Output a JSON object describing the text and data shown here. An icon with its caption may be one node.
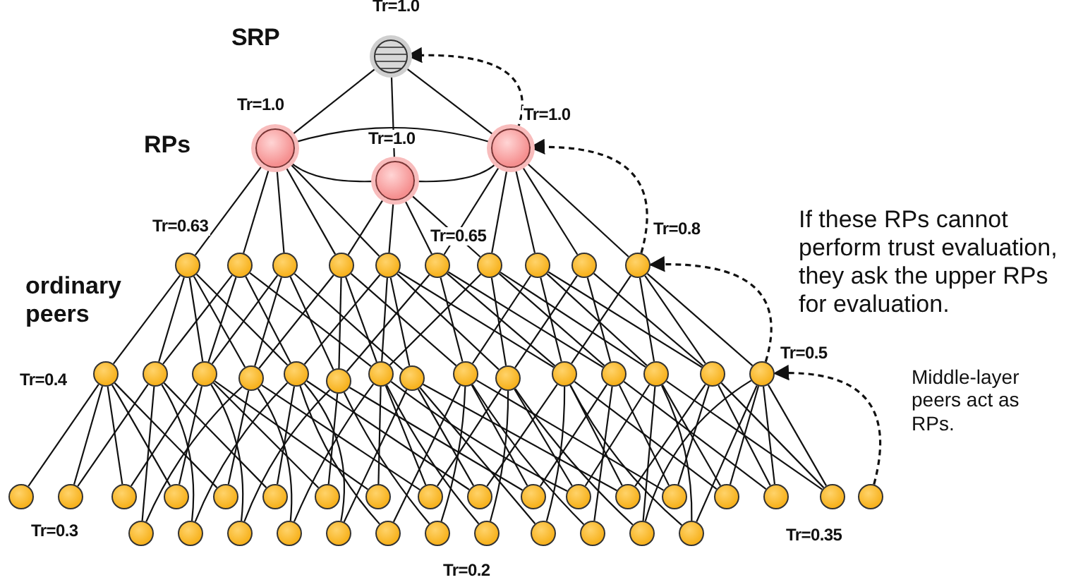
{
  "diagram": {
    "nodes": [
      {
        "text": [],
        "shape": "circle",
        "beside": [
          "SRP",
          "Tr=1.0"
        ]
      },
      {
        "text": [],
        "shape": "circle",
        "beside": [
          "Tr=1.0"
        ]
      },
      {
        "text": [],
        "shape": "circle",
        "beside": [
          "Tr=1.0"
        ]
      },
      {
        "text": [],
        "shape": "circle",
        "beside": [
          "Tr=1.0"
        ]
      },
      {
        "text": [],
        "shape": "circle",
        "beside": [
          "Tr=0.63"
        ]
      },
      {
        "text": [],
        "shape": "circle"
      },
      {
        "text": [],
        "shape": "circle"
      },
      {
        "text": [],
        "shape": "circle"
      },
      {
        "text": [],
        "shape": "circle"
      },
      {
        "text": [],
        "shape": "circle",
        "beside": [
          "Tr=0.65"
        ]
      },
      {
        "text": [],
        "shape": "circle"
      },
      {
        "text": [],
        "shape": "circle"
      },
      {
        "text": [],
        "shape": "circle"
      },
      {
        "text": [],
        "shape": "circle",
        "beside": [
          "Tr=0.8"
        ]
      },
      {
        "text": [],
        "shape": "circle",
        "beside": [
          "Tr=0.4"
        ]
      },
      {
        "text": [],
        "shape": "circle"
      },
      {
        "text": [],
        "shape": "circle"
      },
      {
        "text": [],
        "shape": "circle"
      },
      {
        "text": [],
        "shape": "circle"
      },
      {
        "text": [],
        "shape": "circle"
      },
      {
        "text": [],
        "shape": "circle"
      },
      {
        "text": [],
        "shape": "circle"
      },
      {
        "text": [],
        "shape": "circle"
      },
      {
        "text": [],
        "shape": "circle"
      },
      {
        "text": [],
        "shape": "circle"
      },
      {
        "text": [],
        "shape": "circle"
      },
      {
        "text": [],
        "shape": "circle"
      },
      {
        "text": [],
        "shape": "circle"
      },
      {
        "text": [],
        "shape": "circle",
        "beside": [
          "Tr=0.5"
        ]
      },
      {
        "text": [],
        "shape": "circle",
        "beside": [
          "Tr=0.3"
        ]
      },
      {
        "text": [],
        "shape": "circle"
      },
      {
        "text": [],
        "shape": "circle"
      },
      {
        "text": [],
        "shape": "circle"
      },
      {
        "text": [],
        "shape": "circle"
      },
      {
        "text": [],
        "shape": "circle"
      },
      {
        "text": [],
        "shape": "circle"
      },
      {
        "text": [],
        "shape": "circle"
      },
      {
        "text": [],
        "shape": "circle"
      },
      {
        "text": [],
        "shape": "circle"
      },
      {
        "text": [],
        "shape": "circle"
      },
      {
        "text": [],
        "shape": "circle"
      },
      {
        "text": [],
        "shape": "circle"
      },
      {
        "text": [],
        "shape": "circle"
      },
      {
        "text": [],
        "shape": "circle"
      },
      {
        "text": [],
        "shape": "circle"
      },
      {
        "text": [],
        "shape": "circle"
      },
      {
        "text": [],
        "shape": "circle",
        "beside": [
          "Tr=0.2"
        ]
      },
      {
        "text": [],
        "shape": "circle"
      },
      {
        "text": [],
        "shape": "circle"
      },
      {
        "text": [],
        "shape": "circle"
      },
      {
        "text": [],
        "shape": "circle"
      },
      {
        "text": [],
        "shape": "circle"
      },
      {
        "text": [],
        "shape": "circle"
      },
      {
        "text": [],
        "shape": "circle"
      },
      {
        "text": [],
        "shape": "circle"
      },
      {
        "text": [],
        "shape": "circle"
      },
      {
        "text": [],
        "shape": "circle"
      },
      {
        "text": [],
        "shape": "circle",
        "beside": [
          "Tr=0.35"
        ]
      },
      {
        "text": [],
        "shape": "circle"
      }
    ],
    "edges": [
      {
        "from": 0,
        "to": 1,
        "arrow": "none"
      },
      {
        "from": 0,
        "to": 2,
        "arrow": "none"
      },
      {
        "from": 0,
        "to": 3,
        "arrow": "none"
      },
      {
        "from": 1,
        "to": 3,
        "arrow": "none"
      },
      {
        "from": 1,
        "to": 2,
        "arrow": "none"
      },
      {
        "from": 2,
        "to": 3,
        "arrow": "none"
      },
      {
        "from": 1,
        "to": 4,
        "arrow": "none"
      },
      {
        "from": 1,
        "to": 5,
        "arrow": "none"
      },
      {
        "from": 1,
        "to": 6,
        "arrow": "none"
      },
      {
        "from": 1,
        "to": 7,
        "arrow": "none"
      },
      {
        "from": 1,
        "to": 8,
        "arrow": "none"
      },
      {
        "from": 2,
        "to": 7,
        "arrow": "none"
      },
      {
        "from": 2,
        "to": 8,
        "arrow": "none"
      },
      {
        "from": 2,
        "to": 9,
        "arrow": "none"
      },
      {
        "from": 2,
        "to": 10,
        "arrow": "none"
      },
      {
        "from": 3,
        "to": 9,
        "arrow": "none"
      },
      {
        "from": 3,
        "to": 10,
        "arrow": "none"
      },
      {
        "from": 3,
        "to": 11,
        "arrow": "none"
      },
      {
        "from": 3,
        "to": 12,
        "arrow": "none"
      },
      {
        "from": 3,
        "to": 13,
        "arrow": "none"
      },
      {
        "from": 4,
        "to": 14,
        "arrow": "none"
      },
      {
        "from": 4,
        "to": 15,
        "arrow": "none"
      },
      {
        "from": 4,
        "to": 16,
        "arrow": "none"
      },
      {
        "from": 4,
        "to": 17,
        "arrow": "none"
      },
      {
        "from": 4,
        "to": 18,
        "arrow": "none"
      },
      {
        "from": 5,
        "to": 15,
        "arrow": "none"
      },
      {
        "from": 5,
        "to": 16,
        "arrow": "none"
      },
      {
        "from": 5,
        "to": 18,
        "arrow": "none"
      },
      {
        "from": 5,
        "to": 20,
        "arrow": "none"
      },
      {
        "from": 6,
        "to": 16,
        "arrow": "none"
      },
      {
        "from": 6,
        "to": 17,
        "arrow": "none"
      },
      {
        "from": 6,
        "to": 19,
        "arrow": "none"
      },
      {
        "from": 6,
        "to": 21,
        "arrow": "none"
      },
      {
        "from": 7,
        "to": 17,
        "arrow": "none"
      },
      {
        "from": 7,
        "to": 19,
        "arrow": "none"
      },
      {
        "from": 7,
        "to": 20,
        "arrow": "none"
      },
      {
        "from": 7,
        "to": 22,
        "arrow": "none"
      },
      {
        "from": 8,
        "to": 18,
        "arrow": "none"
      },
      {
        "from": 8,
        "to": 20,
        "arrow": "none"
      },
      {
        "from": 8,
        "to": 21,
        "arrow": "none"
      },
      {
        "from": 8,
        "to": 23,
        "arrow": "none"
      },
      {
        "from": 8,
        "to": 24,
        "arrow": "none"
      },
      {
        "from": 9,
        "to": 19,
        "arrow": "none"
      },
      {
        "from": 9,
        "to": 22,
        "arrow": "none"
      },
      {
        "from": 9,
        "to": 24,
        "arrow": "none"
      },
      {
        "from": 9,
        "to": 25,
        "arrow": "none"
      },
      {
        "from": 10,
        "to": 20,
        "arrow": "none"
      },
      {
        "from": 10,
        "to": 23,
        "arrow": "none"
      },
      {
        "from": 10,
        "to": 25,
        "arrow": "none"
      },
      {
        "from": 10,
        "to": 26,
        "arrow": "none"
      },
      {
        "from": 11,
        "to": 22,
        "arrow": "none"
      },
      {
        "from": 11,
        "to": 24,
        "arrow": "none"
      },
      {
        "from": 11,
        "to": 26,
        "arrow": "none"
      },
      {
        "from": 11,
        "to": 27,
        "arrow": "none"
      },
      {
        "from": 12,
        "to": 23,
        "arrow": "none"
      },
      {
        "from": 12,
        "to": 25,
        "arrow": "none"
      },
      {
        "from": 12,
        "to": 27,
        "arrow": "none"
      },
      {
        "from": 13,
        "to": 24,
        "arrow": "none"
      },
      {
        "from": 13,
        "to": 26,
        "arrow": "none"
      },
      {
        "from": 13,
        "to": 27,
        "arrow": "none"
      },
      {
        "from": 13,
        "to": 28,
        "arrow": "none"
      },
      {
        "from": 14,
        "to": 29,
        "arrow": "none"
      },
      {
        "from": 14,
        "to": 30,
        "arrow": "none"
      },
      {
        "from": 14,
        "to": 31,
        "arrow": "none"
      },
      {
        "from": 14,
        "to": 33,
        "arrow": "none"
      },
      {
        "from": 14,
        "to": 35,
        "arrow": "none"
      },
      {
        "from": 15,
        "to": 30,
        "arrow": "none"
      },
      {
        "from": 15,
        "to": 32,
        "arrow": "none"
      },
      {
        "from": 15,
        "to": 34,
        "arrow": "none"
      },
      {
        "from": 15,
        "to": 37,
        "arrow": "none"
      },
      {
        "from": 16,
        "to": 31,
        "arrow": "none"
      },
      {
        "from": 16,
        "to": 33,
        "arrow": "none"
      },
      {
        "from": 16,
        "to": 36,
        "arrow": "none"
      },
      {
        "from": 16,
        "to": 39,
        "arrow": "none"
      },
      {
        "from": 16,
        "to": 41,
        "arrow": "none"
      },
      {
        "from": 17,
        "to": 32,
        "arrow": "none"
      },
      {
        "from": 17,
        "to": 35,
        "arrow": "none"
      },
      {
        "from": 17,
        "to": 38,
        "arrow": "none"
      },
      {
        "from": 17,
        "to": 43,
        "arrow": "none"
      },
      {
        "from": 18,
        "to": 34,
        "arrow": "none"
      },
      {
        "from": 18,
        "to": 37,
        "arrow": "none"
      },
      {
        "from": 18,
        "to": 40,
        "arrow": "none"
      },
      {
        "from": 18,
        "to": 42,
        "arrow": "none"
      },
      {
        "from": 18,
        "to": 45,
        "arrow": "none"
      },
      {
        "from": 19,
        "to": 36,
        "arrow": "none"
      },
      {
        "from": 19,
        "to": 39,
        "arrow": "none"
      },
      {
        "from": 19,
        "to": 44,
        "arrow": "none"
      },
      {
        "from": 19,
        "to": 47,
        "arrow": "none"
      },
      {
        "from": 20,
        "to": 38,
        "arrow": "none"
      },
      {
        "from": 20,
        "to": 41,
        "arrow": "none"
      },
      {
        "from": 20,
        "to": 43,
        "arrow": "none"
      },
      {
        "from": 20,
        "to": 46,
        "arrow": "none"
      },
      {
        "from": 20,
        "to": 49,
        "arrow": "none"
      },
      {
        "from": 21,
        "to": 40,
        "arrow": "none"
      },
      {
        "from": 21,
        "to": 45,
        "arrow": "none"
      },
      {
        "from": 21,
        "to": 48,
        "arrow": "none"
      },
      {
        "from": 21,
        "to": 51,
        "arrow": "none"
      },
      {
        "from": 22,
        "to": 42,
        "arrow": "none"
      },
      {
        "from": 22,
        "to": 44,
        "arrow": "none"
      },
      {
        "from": 22,
        "to": 47,
        "arrow": "none"
      },
      {
        "from": 22,
        "to": 50,
        "arrow": "none"
      },
      {
        "from": 22,
        "to": 53,
        "arrow": "none"
      },
      {
        "from": 23,
        "to": 43,
        "arrow": "none"
      },
      {
        "from": 23,
        "to": 46,
        "arrow": "none"
      },
      {
        "from": 23,
        "to": 49,
        "arrow": "none"
      },
      {
        "from": 23,
        "to": 52,
        "arrow": "none"
      },
      {
        "from": 24,
        "to": 45,
        "arrow": "none"
      },
      {
        "from": 24,
        "to": 48,
        "arrow": "none"
      },
      {
        "from": 24,
        "to": 51,
        "arrow": "none"
      },
      {
        "from": 24,
        "to": 54,
        "arrow": "none"
      },
      {
        "from": 24,
        "to": 55,
        "arrow": "none"
      },
      {
        "from": 25,
        "to": 47,
        "arrow": "none"
      },
      {
        "from": 25,
        "to": 50,
        "arrow": "none"
      },
      {
        "from": 25,
        "to": 53,
        "arrow": "none"
      },
      {
        "from": 25,
        "to": 56,
        "arrow": "none"
      },
      {
        "from": 26,
        "to": 49,
        "arrow": "none"
      },
      {
        "from": 26,
        "to": 52,
        "arrow": "none"
      },
      {
        "from": 26,
        "to": 54,
        "arrow": "none"
      },
      {
        "from": 26,
        "to": 55,
        "arrow": "none"
      },
      {
        "from": 26,
        "to": 57,
        "arrow": "none"
      },
      {
        "from": 27,
        "to": 51,
        "arrow": "none"
      },
      {
        "from": 27,
        "to": 53,
        "arrow": "none"
      },
      {
        "from": 27,
        "to": 56,
        "arrow": "none"
      },
      {
        "from": 27,
        "to": 57,
        "arrow": "none"
      },
      {
        "from": 28,
        "to": 52,
        "arrow": "none"
      },
      {
        "from": 28,
        "to": 54,
        "arrow": "none"
      },
      {
        "from": 28,
        "to": 55,
        "arrow": "none"
      },
      {
        "from": 28,
        "to": 56,
        "arrow": "none"
      },
      {
        "from": 28,
        "to": 57,
        "arrow": "none"
      },
      {
        "from": 3,
        "to": 0,
        "arrow": "to",
        "style": "dashed"
      },
      {
        "from": 13,
        "to": 3,
        "arrow": "to",
        "style": "dashed"
      },
      {
        "from": 28,
        "to": 13,
        "arrow": "to",
        "style": "dashed"
      },
      {
        "from": 58,
        "to": 28,
        "arrow": "to",
        "style": "dashed"
      }
    ],
    "labels": [
      "RPs",
      "ordinary peers",
      "If these RPs cannot perform trust evaluation, they ask the upper RPs for evaluation.",
      "Middle-layer peers act as RPs."
    ]
  }
}
